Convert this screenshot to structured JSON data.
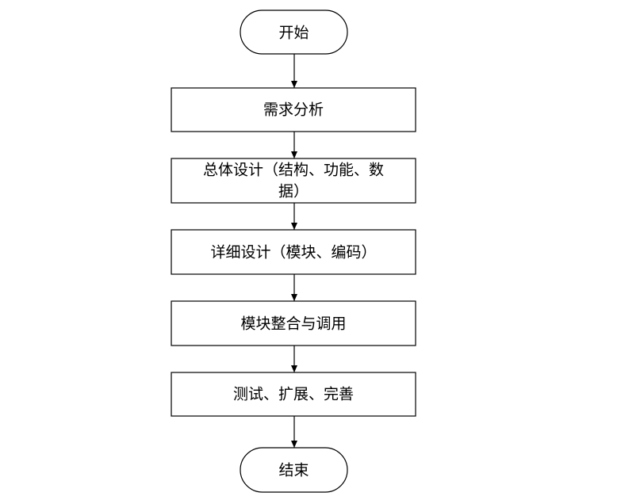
{
  "flowchart": {
    "start": {
      "label": "开始"
    },
    "steps": [
      {
        "lines": [
          "需求分析"
        ]
      },
      {
        "lines": [
          "总体设计（结构、功能、数",
          "据）"
        ]
      },
      {
        "lines": [
          "详细设计（模块、编码）"
        ]
      },
      {
        "lines": [
          "模块整合与调用"
        ]
      },
      {
        "lines": [
          "测试、扩展、完善"
        ]
      }
    ],
    "end": {
      "label": "结束"
    },
    "colors": {
      "stroke": "#000000",
      "fill": "#ffffff",
      "text": "#000000"
    }
  }
}
